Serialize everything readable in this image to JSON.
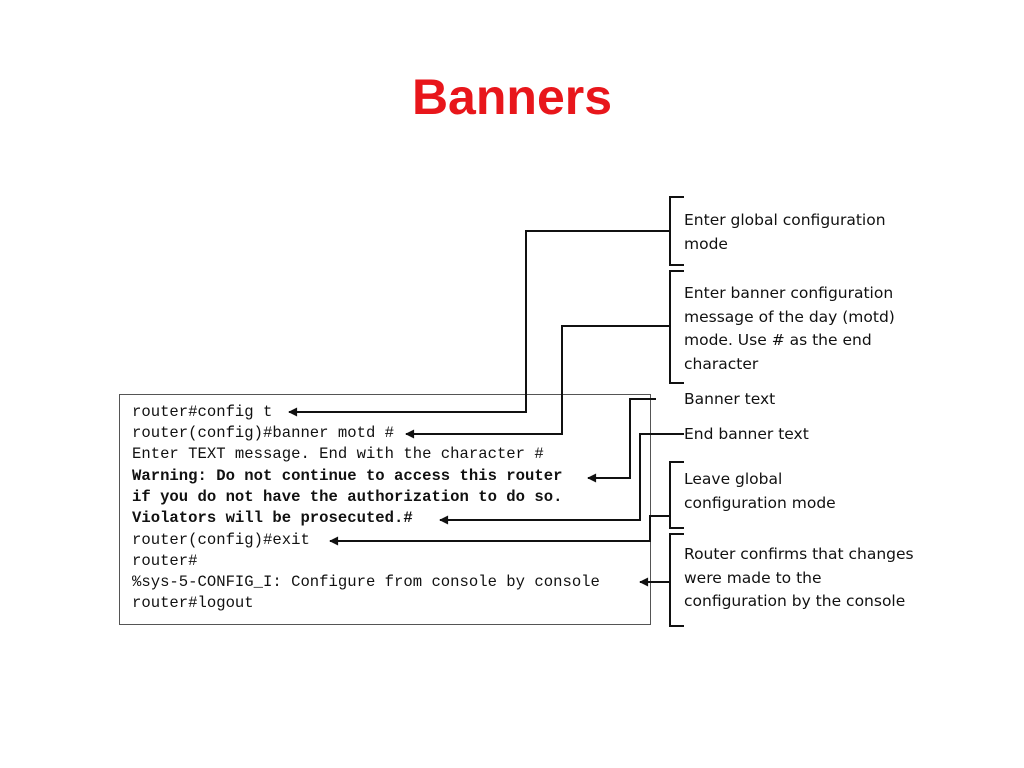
{
  "title": "Banners",
  "console": {
    "lines": [
      {
        "text": "router#config t",
        "bold": false
      },
      {
        "text": "router(config)#banner motd #",
        "bold": false
      },
      {
        "text": "Enter TEXT message. End with the character #",
        "bold": false
      },
      {
        "text": "Warning: Do not continue to access this router",
        "bold": true
      },
      {
        "text": "if you do not have the authorization to do so.",
        "bold": true
      },
      {
        "text": "Violators will be prosecuted.#",
        "bold": true
      },
      {
        "text": "router(config)#exit",
        "bold": false
      },
      {
        "text": "router#",
        "bold": false
      },
      {
        "text": "%sys-5-CONFIG_I: Configure from console by console",
        "bold": false
      },
      {
        "text": "router#logout",
        "bold": false
      }
    ]
  },
  "annotations": [
    {
      "lines": [
        "Enter global configuration",
        "mode"
      ]
    },
    {
      "lines": [
        "Enter banner configuration",
        "message of the day (motd)",
        "mode. Use # as the end",
        "character"
      ]
    },
    {
      "lines": [
        "Banner text"
      ]
    },
    {
      "lines": [
        "End banner text"
      ]
    },
    {
      "lines": [
        "Leave global",
        "configuration mode"
      ]
    },
    {
      "lines": [
        "Router confirms that changes",
        "were made to the",
        "configuration by the console"
      ]
    }
  ],
  "colors": {
    "title": "#e8161b",
    "text": "#111111",
    "line": "#111111"
  }
}
